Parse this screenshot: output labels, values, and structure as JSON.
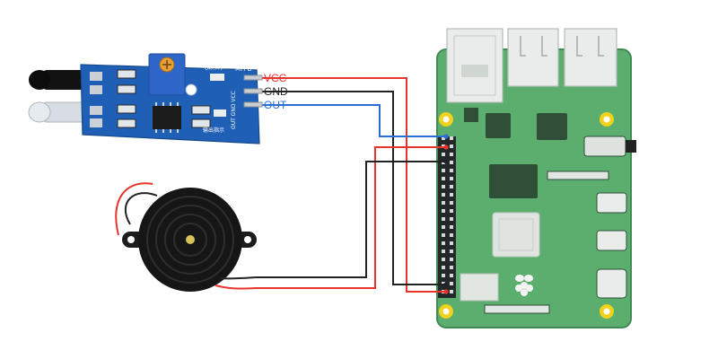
{
  "sensor": {
    "model_label": "MH-B",
    "silk_power_led": "电源指示",
    "silk_output_led": "输出指示",
    "silk_side_pins": "OUT GND VCC",
    "pins": [
      {
        "label": "VCC",
        "color": "#e8342c"
      },
      {
        "label": "GND",
        "color": "#222222"
      },
      {
        "label": "OUT",
        "color": "#2b6fd6"
      }
    ]
  },
  "colors": {
    "wire_red": "#e8342c",
    "wire_black": "#222222",
    "wire_blue": "#2b6fd6",
    "pcb_sensor": "#1f5fb5",
    "pcb_pi": "#5cae6e",
    "pi_outline": "#3f8a52"
  },
  "parts": {
    "sensor": "ir-obstacle-sensor-module",
    "buzzer": "buzzer",
    "board": "raspberry-pi-4"
  }
}
